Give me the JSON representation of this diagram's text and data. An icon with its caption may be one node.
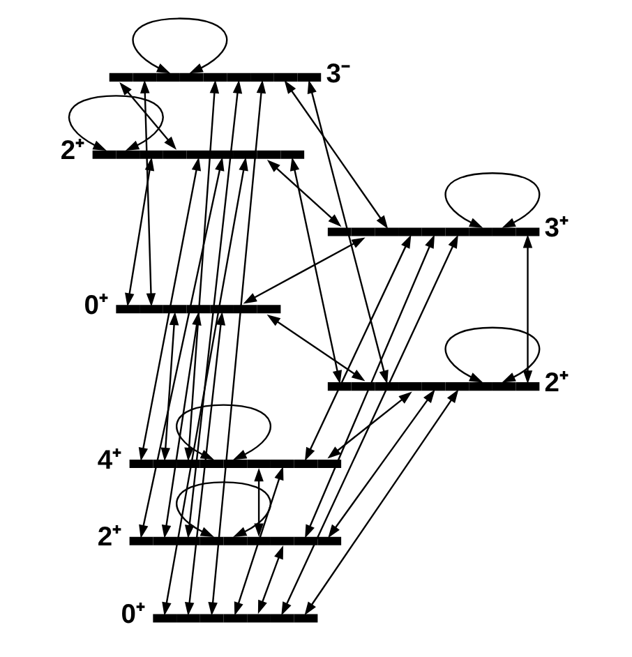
{
  "diagram": {
    "nodes": [
      {
        "text": [],
        "shape": "bar",
        "beside": [
          "3⁻"
        ]
      },
      {
        "text": [],
        "shape": "bar",
        "beside": [
          "2⁺"
        ]
      },
      {
        "text": [],
        "shape": "bar",
        "beside": [
          "3⁺"
        ]
      },
      {
        "text": [],
        "shape": "bar",
        "beside": [
          "0⁺"
        ]
      },
      {
        "text": [],
        "shape": "bar",
        "beside": [
          "2⁺"
        ]
      },
      {
        "text": [],
        "shape": "bar",
        "beside": [
          "4⁺"
        ]
      },
      {
        "text": [],
        "shape": "bar",
        "beside": [
          "2⁺"
        ]
      },
      {
        "text": [],
        "shape": "bar",
        "beside": [
          "0⁺"
        ]
      }
    ],
    "edges": [
      {
        "from": 0,
        "to": 0,
        "arrow": "both"
      },
      {
        "from": 0,
        "to": 1,
        "arrow": "both"
      },
      {
        "from": 0,
        "to": 2,
        "arrow": "both"
      },
      {
        "from": 0,
        "to": 3,
        "arrow": "both"
      },
      {
        "from": 0,
        "to": 4,
        "arrow": "both"
      },
      {
        "from": 0,
        "to": 5,
        "arrow": "both"
      },
      {
        "from": 0,
        "to": 6,
        "arrow": "both"
      },
      {
        "from": 0,
        "to": 7,
        "arrow": "both"
      },
      {
        "from": 1,
        "to": 1,
        "arrow": "both"
      },
      {
        "from": 1,
        "to": 2,
        "arrow": "both"
      },
      {
        "from": 1,
        "to": 3,
        "arrow": "both"
      },
      {
        "from": 1,
        "to": 4,
        "arrow": "both"
      },
      {
        "from": 1,
        "to": 5,
        "arrow": "both"
      },
      {
        "from": 1,
        "to": 6,
        "arrow": "both"
      },
      {
        "from": 1,
        "to": 7,
        "arrow": "both"
      },
      {
        "from": 2,
        "to": 2,
        "arrow": "both"
      },
      {
        "from": 2,
        "to": 3,
        "arrow": "both"
      },
      {
        "from": 2,
        "to": 4,
        "arrow": "both"
      },
      {
        "from": 2,
        "to": 5,
        "arrow": "both"
      },
      {
        "from": 2,
        "to": 6,
        "arrow": "both"
      },
      {
        "from": 2,
        "to": 7,
        "arrow": "both"
      },
      {
        "from": 3,
        "to": 4,
        "arrow": "both"
      },
      {
        "from": 3,
        "to": 5,
        "arrow": "both"
      },
      {
        "from": 3,
        "to": 6,
        "arrow": "both"
      },
      {
        "from": 3,
        "to": 7,
        "arrow": "both"
      },
      {
        "from": 4,
        "to": 4,
        "arrow": "both"
      },
      {
        "from": 4,
        "to": 5,
        "arrow": "both"
      },
      {
        "from": 4,
        "to": 6,
        "arrow": "both"
      },
      {
        "from": 4,
        "to": 7,
        "arrow": "both"
      },
      {
        "from": 5,
        "to": 5,
        "arrow": "both"
      },
      {
        "from": 5,
        "to": 6,
        "arrow": "both"
      },
      {
        "from": 5,
        "to": 7,
        "arrow": "both"
      },
      {
        "from": 6,
        "to": 6,
        "arrow": "both"
      },
      {
        "from": 6,
        "to": 7,
        "arrow": "both"
      }
    ]
  }
}
